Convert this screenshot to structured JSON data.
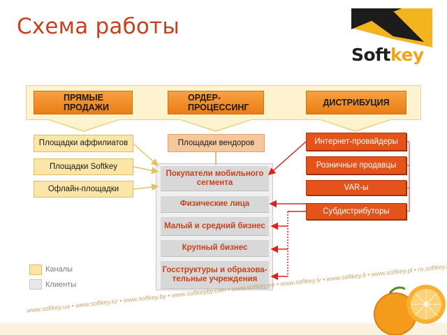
{
  "title": "Схема работы",
  "logo": {
    "text_soft": "Soft",
    "text_key": "key"
  },
  "categories": {
    "direct": "ПРЯМЫЕ ПРОДАЖИ",
    "order": "ОРДЕР-ПРОЦЕССИНГ",
    "distribution": "ДИСТРИБУЦИЯ"
  },
  "channels_left": [
    "Площадки аффилиатов",
    "Площадки Softkey",
    "Офлайн-площадки"
  ],
  "channel_middle": "Площадки вендоров",
  "channels_right": [
    "Интернет-провайдеры",
    "Розничные продавцы",
    "VAR-ы",
    "Субдистрибуторы"
  ],
  "clients": [
    "Покупатели мобильного сегмента",
    "Физические лица",
    "Малый и средний бизнес",
    "Крупный бизнес",
    "Госструктуры и образова-тельные учреждения"
  ],
  "legend": {
    "channels": "Каналы",
    "clients": "Клиенты"
  },
  "colors": {
    "title": "#c8411b",
    "category_fill": "#f08c20",
    "channel_fill": "#fbe6a8",
    "vendor_fill": "#f7c79c",
    "distributor_fill": "#e4541a",
    "client_fill": "#d8d8d8",
    "client_text": "#c8411b",
    "connector": "#e0201a"
  },
  "footer": {
    "text": "www.softkey.ua • www.softkey.kz • www.softkey.by • www.softkeyby.com • www.softkey.ee • www.softkey.lv • www.softkey.lt • www.softkey.pl • ro.softkey.ro • rus.softkey.net"
  }
}
